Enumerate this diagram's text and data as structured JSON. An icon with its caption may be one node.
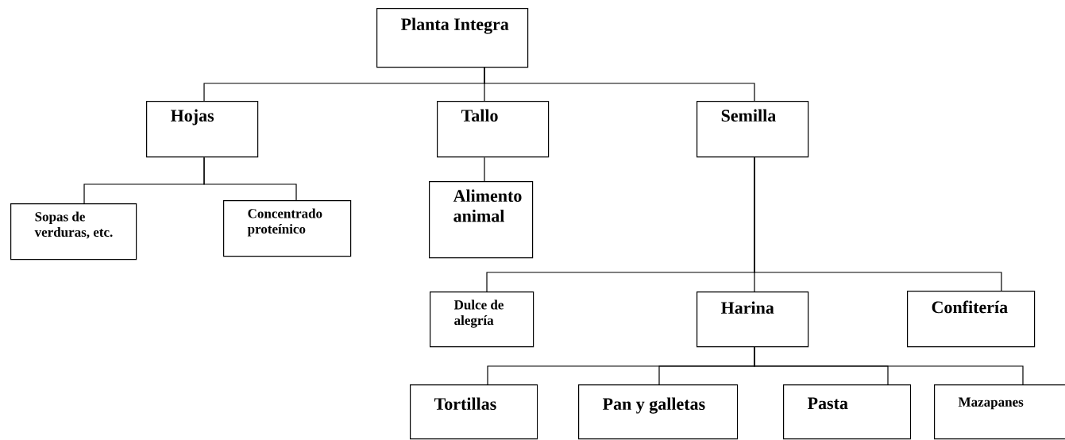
{
  "diagram": {
    "nodes": [
      {
        "text": [
          "Planta Integra"
        ]
      },
      {
        "text": [
          "Hojas"
        ]
      },
      {
        "text": [
          "Tallo"
        ]
      },
      {
        "text": [
          "Semilla"
        ]
      },
      {
        "text": [
          "Sopas de verduras, etc."
        ]
      },
      {
        "text": [
          "Concentrado proteínico"
        ]
      },
      {
        "text": [
          "Alimento animal"
        ]
      },
      {
        "text": [
          "Dulce de alegría"
        ]
      },
      {
        "text": [
          "Harina"
        ]
      },
      {
        "text": [
          "Confitería"
        ]
      },
      {
        "text": [
          "Tortillas"
        ]
      },
      {
        "text": [
          "Pan y galletas"
        ]
      },
      {
        "text": [
          "Pasta"
        ]
      },
      {
        "text": [
          "Mazapanes"
        ]
      }
    ],
    "edges": [
      {
        "from": 0,
        "to": 1,
        "arrow": "none"
      },
      {
        "from": 0,
        "to": 2,
        "arrow": "none"
      },
      {
        "from": 0,
        "to": 3,
        "arrow": "none"
      },
      {
        "from": 1,
        "to": 4,
        "arrow": "none"
      },
      {
        "from": 1,
        "to": 5,
        "arrow": "none"
      },
      {
        "from": 2,
        "to": 6,
        "arrow": "none"
      },
      {
        "from": 3,
        "to": 7,
        "arrow": "none"
      },
      {
        "from": 3,
        "to": 8,
        "arrow": "none"
      },
      {
        "from": 3,
        "to": 9,
        "arrow": "none"
      },
      {
        "from": 8,
        "to": 10,
        "arrow": "none"
      },
      {
        "from": 8,
        "to": 11,
        "arrow": "none"
      },
      {
        "from": 8,
        "to": 12,
        "arrow": "none"
      },
      {
        "from": 8,
        "to": 13,
        "arrow": "none"
      }
    ]
  }
}
